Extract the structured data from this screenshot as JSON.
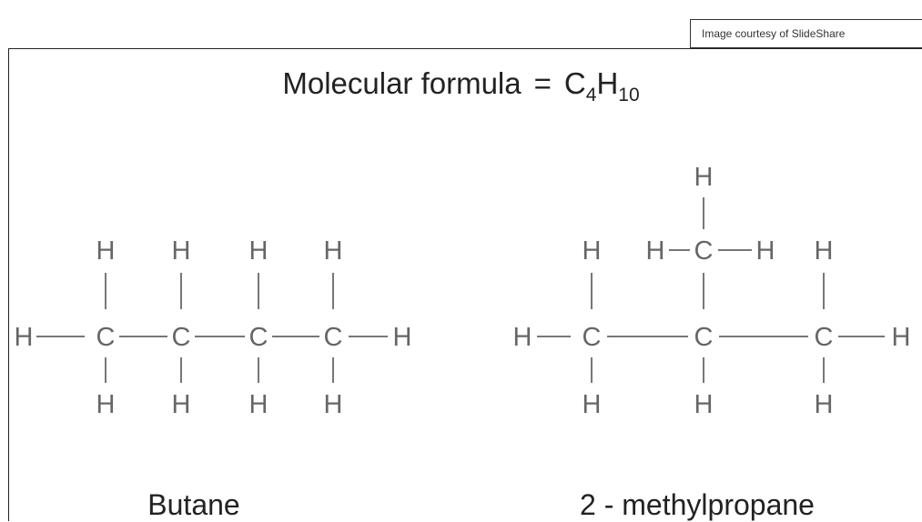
{
  "credit": "Image courtesy of SlideShare",
  "title": {
    "prefix": "Molecular formula",
    "equals": "=",
    "c": "C",
    "c_sub": "4",
    "h": "H",
    "h_sub": "10"
  },
  "atoms": {
    "carbon": "C",
    "hydrogen": "H"
  },
  "molecules": [
    {
      "name": "Butane"
    },
    {
      "name": "2 - methylpropane"
    }
  ],
  "colors": {
    "atom": "#666666",
    "bond": "#777777",
    "text": "#222222"
  }
}
